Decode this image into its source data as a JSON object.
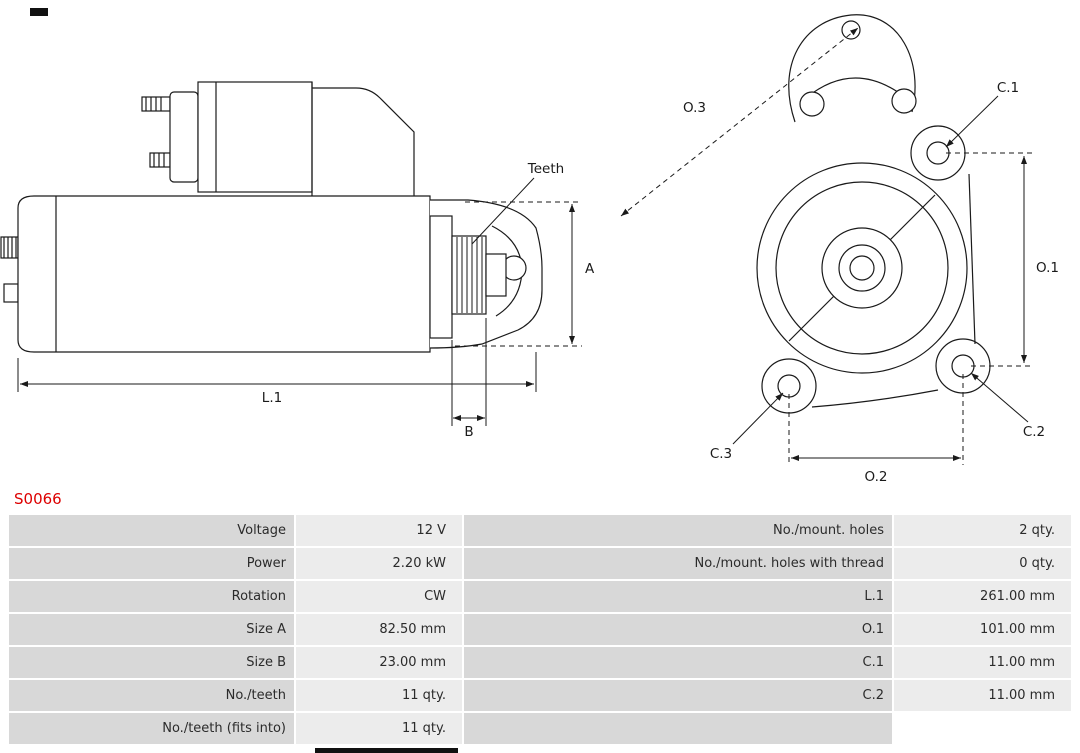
{
  "part_number": "S0066",
  "colors": {
    "part_number_red": "#dd0000",
    "label_cell_gray": "#d8d8d8",
    "value_cell_gray": "#ececec",
    "line_black": "#1a1a1a"
  },
  "diagram": {
    "labels": {
      "teeth": "Teeth",
      "a": "A",
      "b": "B",
      "l1": "L.1",
      "o1": "O.1",
      "o2": "O.2",
      "o3": "O.3",
      "c1": "C.1",
      "c2": "C.2",
      "c3": "C.3"
    }
  },
  "table": {
    "rows": [
      {
        "label_left": "Voltage",
        "value_left": "12 V",
        "label_right": "No./mount. holes",
        "value_right": "2 qty."
      },
      {
        "label_left": "Power",
        "value_left": "2.20 kW",
        "label_right": "No./mount. holes with thread",
        "value_right": "0 qty."
      },
      {
        "label_left": "Rotation",
        "value_left": "CW",
        "label_right": "L.1",
        "value_right": "261.00 mm"
      },
      {
        "label_left": "Size A",
        "value_left": "82.50 mm",
        "label_right": "O.1",
        "value_right": "101.00 mm"
      },
      {
        "label_left": "Size B",
        "value_left": "23.00 mm",
        "label_right": "C.1",
        "value_right": "11.00 mm"
      },
      {
        "label_left": "No./teeth",
        "value_left": "11 qty.",
        "label_right": "C.2",
        "value_right": "11.00 mm"
      },
      {
        "label_left": "No./teeth (fits into)",
        "value_left": "11 qty.",
        "label_right": "",
        "value_right": ""
      }
    ]
  }
}
